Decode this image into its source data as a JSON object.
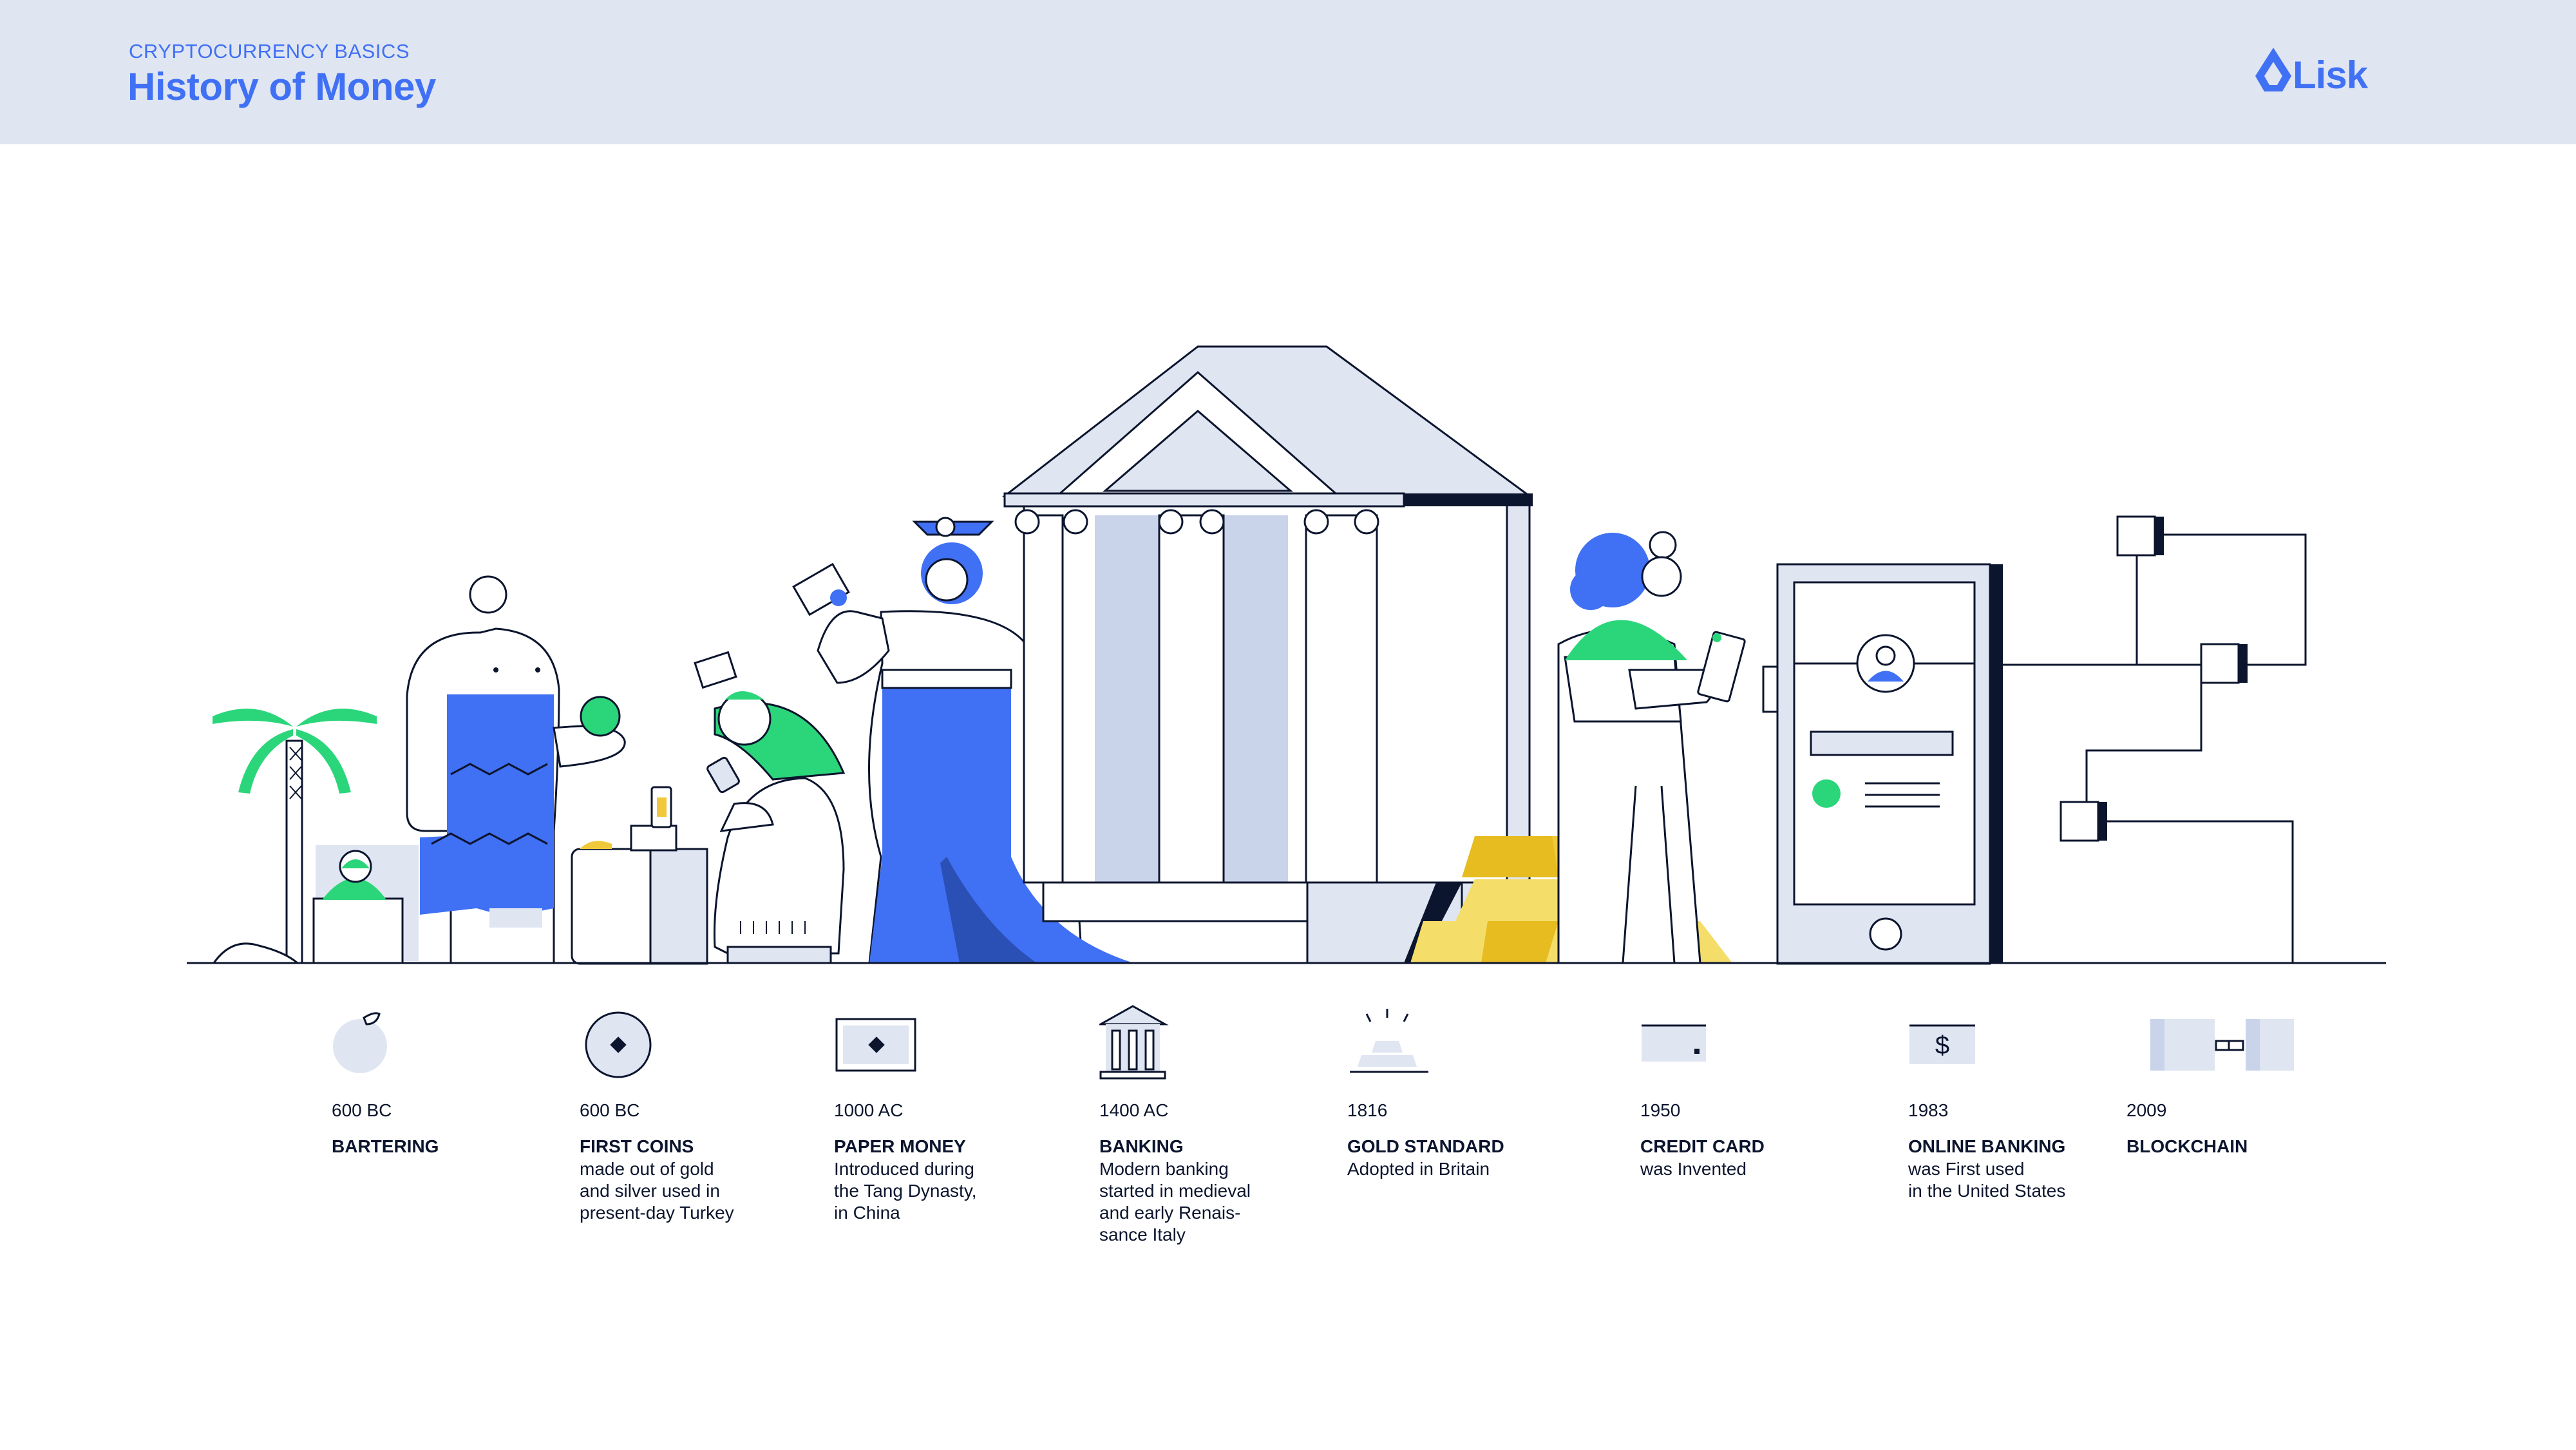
{
  "header": {
    "kicker": "CRYPTOCURRENCY BASICS",
    "title": "History of Money",
    "logo_text": "Lisk"
  },
  "colors": {
    "blue": "#4070f4",
    "green": "#2bd67b",
    "navy": "#0c152e",
    "pale": "#dfe5f1",
    "gold": "#f0c93a"
  },
  "milestones": [
    {
      "icon": "apple-icon",
      "date": "600 BC",
      "name": "BARTERING",
      "desc": ""
    },
    {
      "icon": "coin-icon",
      "date": "600 BC",
      "name": "FIRST COINS",
      "desc": "made out of gold\nand silver used in\npresent-day Turkey"
    },
    {
      "icon": "banknote-icon",
      "date": "1000 AC",
      "name": "PAPER MONEY",
      "desc": "Introduced during\nthe Tang Dynasty,\nin China"
    },
    {
      "icon": "bank-icon",
      "date": "1400 AC",
      "name": "BANKING",
      "desc": "Modern banking\nstarted in medieval\nand early Renais-\nsance Italy"
    },
    {
      "icon": "gold-bars-icon",
      "date": "1816",
      "name": "GOLD STANDARD",
      "desc": "Adopted in Britain"
    },
    {
      "icon": "credit-card-icon",
      "date": "1950",
      "name": "CREDIT CARD",
      "desc": "was Invented"
    },
    {
      "icon": "online-payment-icon",
      "date": "1983",
      "name": "ONLINE BANKING",
      "desc": "was First used\nin the United States"
    },
    {
      "icon": "chain-link-icon",
      "date": "2009",
      "name": "BLOCKCHAIN",
      "desc": ""
    }
  ],
  "scene": {
    "dollar_sign": "$"
  }
}
